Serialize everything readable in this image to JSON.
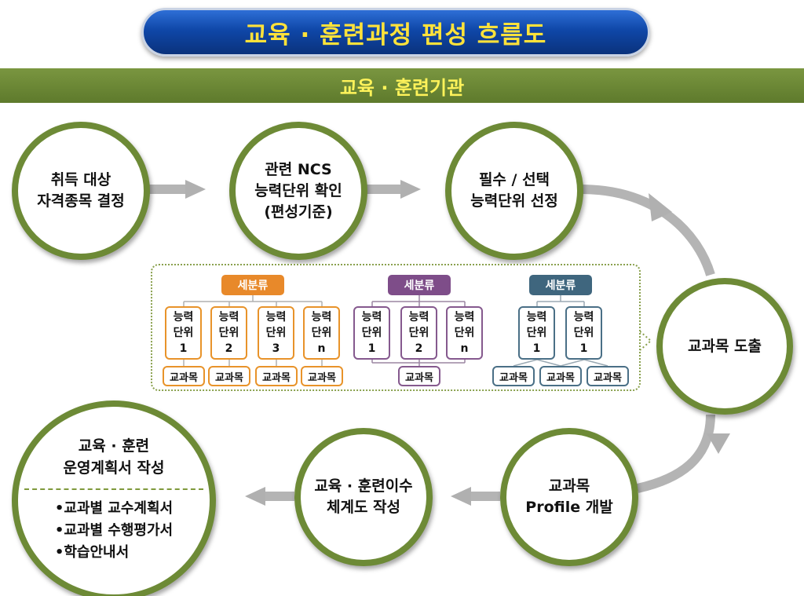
{
  "title": "교육 · 훈련과정 편성 흐름도",
  "band": "교육 · 훈련기관",
  "steps": {
    "s1": [
      "취득 대상",
      "자격종목 결정"
    ],
    "s2": [
      "관련 NCS",
      "능력단위 확인",
      "(편성기준)"
    ],
    "s3": [
      "필수 / 선택",
      "능력단위 선정"
    ],
    "s4": [
      "교과목 도출"
    ],
    "s5": [
      "교과목",
      "Profile 개발"
    ],
    "s6": [
      "교육 · 훈련이수",
      "체계도 작성"
    ],
    "s7": {
      "heading": [
        "교육 · 훈련",
        "운영계획서 작성"
      ],
      "bullets": [
        "•교과별 교수계획서",
        "•교과별 수행평가서",
        "•학습안내서"
      ]
    }
  },
  "detail": {
    "groups": [
      {
        "category": "세분류",
        "color": "#e8892a",
        "units": [
          {
            "line1": "능력",
            "line2": "단위",
            "num": "1"
          },
          {
            "line1": "능력",
            "line2": "단위",
            "num": "2"
          },
          {
            "line1": "능력",
            "line2": "단위",
            "num": "3"
          },
          {
            "line1": "능력",
            "line2": "단위",
            "num": "n"
          }
        ],
        "courses": [
          "교과목",
          "교과목",
          "교과목",
          "교과목"
        ]
      },
      {
        "category": "세분류",
        "color": "#7e4d89",
        "units": [
          {
            "line1": "능력",
            "line2": "단위",
            "num": "1"
          },
          {
            "line1": "능력",
            "line2": "단위",
            "num": "2"
          },
          {
            "line1": "능력",
            "line2": "단위",
            "num": "n"
          }
        ],
        "courses": [
          "교과목"
        ]
      },
      {
        "category": "세분류",
        "color": "#3f667e",
        "units": [
          {
            "line1": "능력",
            "line2": "단위",
            "num": "1"
          },
          {
            "line1": "능력",
            "line2": "단위",
            "num": "1"
          }
        ],
        "courses": [
          "교과목",
          "교과목",
          "교과목"
        ]
      }
    ]
  },
  "colors": {
    "title_bg": "#0f47a8",
    "title_text": "#ffe23a",
    "band_bg": "#6b8834",
    "band_text": "#fff35a",
    "circle_border": "#6d8a36",
    "arrow": "#b4b4b4"
  }
}
